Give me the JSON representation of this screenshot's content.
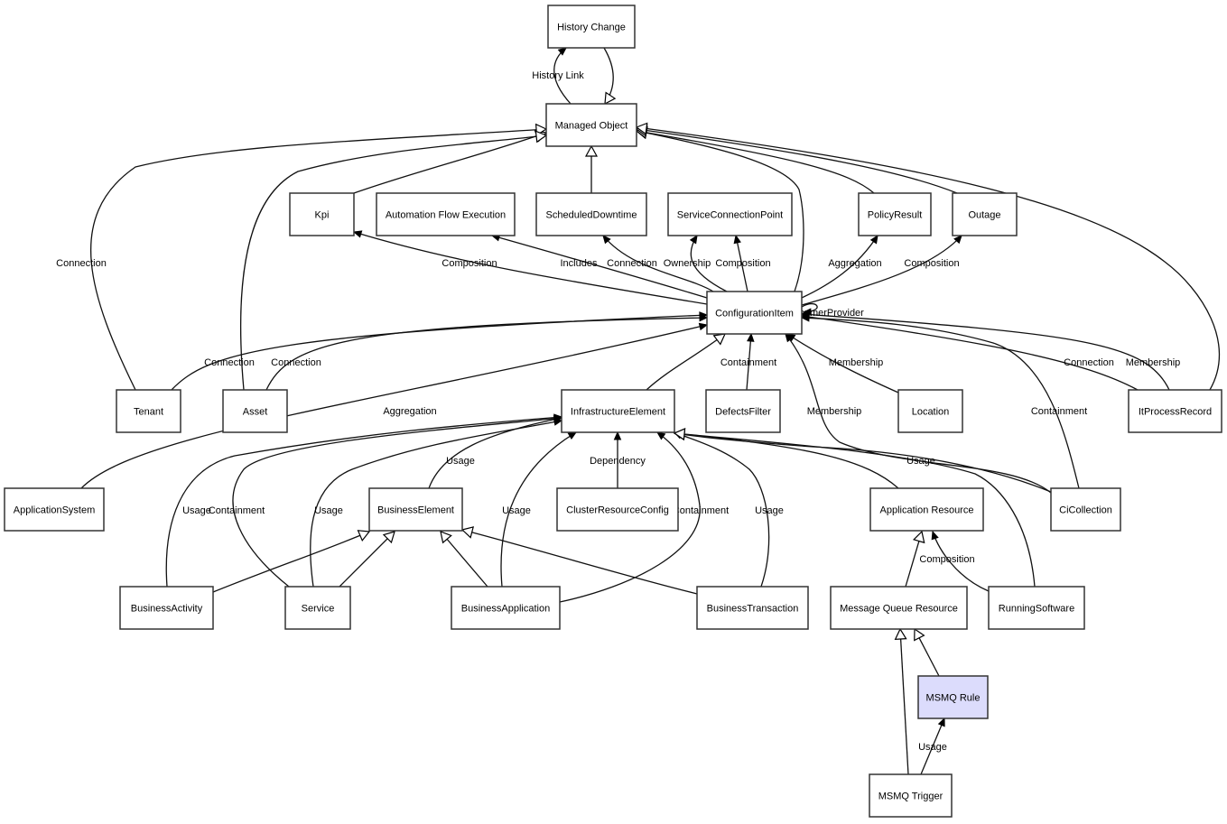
{
  "diagram": {
    "title": "ConfigurationItem class relationship diagram",
    "highlight_color": "#dcdcfc",
    "nodes": [
      {
        "id": "history_change",
        "label": "History Change"
      },
      {
        "id": "managed_object",
        "label": "Managed Object"
      },
      {
        "id": "kpi",
        "label": "Kpi"
      },
      {
        "id": "automation_flow_execution",
        "label": "Automation Flow Execution"
      },
      {
        "id": "scheduled_downtime",
        "label": "ScheduledDowntime"
      },
      {
        "id": "service_connection_point",
        "label": "ServiceConnectionPoint"
      },
      {
        "id": "policy_result",
        "label": "PolicyResult"
      },
      {
        "id": "outage",
        "label": "Outage"
      },
      {
        "id": "configuration_item",
        "label": "ConfigurationItem"
      },
      {
        "id": "tenant",
        "label": "Tenant"
      },
      {
        "id": "asset",
        "label": "Asset"
      },
      {
        "id": "infrastructure_element",
        "label": "InfrastructureElement"
      },
      {
        "id": "defects_filter",
        "label": "DefectsFilter"
      },
      {
        "id": "location",
        "label": "Location"
      },
      {
        "id": "it_process_record",
        "label": "ItProcessRecord"
      },
      {
        "id": "application_system",
        "label": "ApplicationSystem"
      },
      {
        "id": "business_element",
        "label": "BusinessElement"
      },
      {
        "id": "cluster_resource_config",
        "label": "ClusterResourceConfig"
      },
      {
        "id": "application_resource",
        "label": "Application Resource"
      },
      {
        "id": "ci_collection",
        "label": "CiCollection"
      },
      {
        "id": "business_activity",
        "label": "BusinessActivity"
      },
      {
        "id": "service",
        "label": "Service"
      },
      {
        "id": "business_application",
        "label": "BusinessApplication"
      },
      {
        "id": "business_transaction",
        "label": "BusinessTransaction"
      },
      {
        "id": "message_queue_resource",
        "label": "Message Queue Resource"
      },
      {
        "id": "running_software",
        "label": "RunningSoftware"
      },
      {
        "id": "msmq_rule",
        "label": "MSMQ Rule",
        "highlighted": true
      },
      {
        "id": "msmq_trigger",
        "label": "MSMQ Trigger"
      }
    ],
    "edges": [
      {
        "from": "managed_object",
        "to": "history_change",
        "label": "History Link",
        "type": "association"
      },
      {
        "from": "history_change",
        "to": "managed_object",
        "label": "",
        "type": "inheritance"
      },
      {
        "from": "kpi",
        "to": "managed_object",
        "label": "",
        "type": "inheritance"
      },
      {
        "from": "scheduled_downtime",
        "to": "managed_object",
        "label": "",
        "type": "inheritance"
      },
      {
        "from": "configuration_item",
        "to": "managed_object",
        "label": "",
        "type": "inheritance"
      },
      {
        "from": "policy_result",
        "to": "managed_object",
        "label": "",
        "type": "inheritance"
      },
      {
        "from": "outage",
        "to": "managed_object",
        "label": "",
        "type": "inheritance"
      },
      {
        "from": "it_process_record",
        "to": "managed_object",
        "label": "",
        "type": "inheritance"
      },
      {
        "from": "tenant",
        "to": "managed_object",
        "label": "Connection",
        "type": "inheritance"
      },
      {
        "from": "asset",
        "to": "managed_object",
        "label": "",
        "type": "inheritance"
      },
      {
        "from": "configuration_item",
        "to": "kpi",
        "label": "Composition",
        "type": "association"
      },
      {
        "from": "configuration_item",
        "to": "automation_flow_execution",
        "label": "Includes",
        "type": "association"
      },
      {
        "from": "configuration_item",
        "to": "scheduled_downtime",
        "label": "Connection",
        "type": "association"
      },
      {
        "from": "configuration_item",
        "to": "service_connection_point",
        "label": "Ownership",
        "type": "association"
      },
      {
        "from": "configuration_item",
        "to": "service_connection_point",
        "label": "Composition",
        "type": "association"
      },
      {
        "from": "configuration_item",
        "to": "policy_result",
        "label": "Aggregation",
        "type": "association"
      },
      {
        "from": "configuration_item",
        "to": "outage",
        "label": "Composition",
        "type": "association"
      },
      {
        "from": "configuration_item",
        "to": "configuration_item",
        "label": "ConsumerProvider",
        "type": "association"
      },
      {
        "from": "tenant",
        "to": "configuration_item",
        "label": "Connection",
        "type": "association"
      },
      {
        "from": "asset",
        "to": "configuration_item",
        "label": "Connection",
        "type": "association"
      },
      {
        "from": "application_system",
        "to": "configuration_item",
        "label": "Aggregation",
        "type": "association"
      },
      {
        "from": "infrastructure_element",
        "to": "configuration_item",
        "label": "",
        "type": "inheritance"
      },
      {
        "from": "defects_filter",
        "to": "configuration_item",
        "label": "Containment",
        "type": "association"
      },
      {
        "from": "location",
        "to": "configuration_item",
        "label": "Membership",
        "type": "association"
      },
      {
        "from": "ci_collection",
        "to": "configuration_item",
        "label": "Membership",
        "type": "association"
      },
      {
        "from": "ci_collection",
        "to": "configuration_item",
        "label": "Containment",
        "type": "association"
      },
      {
        "from": "it_process_record",
        "to": "configuration_item",
        "label": "Connection",
        "type": "association"
      },
      {
        "from": "it_process_record",
        "to": "configuration_item",
        "label": "Membership",
        "type": "association"
      },
      {
        "from": "business_element",
        "to": "infrastructure_element",
        "label": "Usage",
        "type": "association"
      },
      {
        "from": "cluster_resource_config",
        "to": "infrastructure_element",
        "label": "Dependency",
        "type": "association"
      },
      {
        "from": "business_activity",
        "to": "infrastructure_element",
        "label": "Usage",
        "type": "association"
      },
      {
        "from": "service",
        "to": "infrastructure_element",
        "label": "Containment",
        "type": "association"
      },
      {
        "from": "service",
        "to": "infrastructure_element",
        "label": "Usage",
        "type": "association"
      },
      {
        "from": "business_application",
        "to": "infrastructure_element",
        "label": "Usage",
        "type": "association"
      },
      {
        "from": "business_application",
        "to": "infrastructure_element",
        "label": "Containment",
        "type": "association"
      },
      {
        "from": "business_transaction",
        "to": "infrastructure_element",
        "label": "Usage",
        "type": "association"
      },
      {
        "from": "ci_collection",
        "to": "infrastructure_element",
        "label": "Usage",
        "type": "association"
      },
      {
        "from": "application_resource",
        "to": "infrastructure_element",
        "label": "",
        "type": "inheritance"
      },
      {
        "from": "running_software",
        "to": "infrastructure_element",
        "label": "",
        "type": "inheritance"
      },
      {
        "from": "business_activity",
        "to": "business_element",
        "label": "",
        "type": "inheritance"
      },
      {
        "from": "service",
        "to": "business_element",
        "label": "",
        "type": "inheritance"
      },
      {
        "from": "business_application",
        "to": "business_element",
        "label": "",
        "type": "inheritance"
      },
      {
        "from": "business_transaction",
        "to": "business_element",
        "label": "",
        "type": "inheritance"
      },
      {
        "from": "message_queue_resource",
        "to": "application_resource",
        "label": "",
        "type": "inheritance"
      },
      {
        "from": "running_software",
        "to": "application_resource",
        "label": "Composition",
        "type": "association"
      },
      {
        "from": "msmq_trigger",
        "to": "message_queue_resource",
        "label": "",
        "type": "inheritance"
      },
      {
        "from": "msmq_rule",
        "to": "message_queue_resource",
        "label": "",
        "type": "inheritance"
      },
      {
        "from": "msmq_trigger",
        "to": "msmq_rule",
        "label": "Usage",
        "type": "association"
      }
    ]
  }
}
